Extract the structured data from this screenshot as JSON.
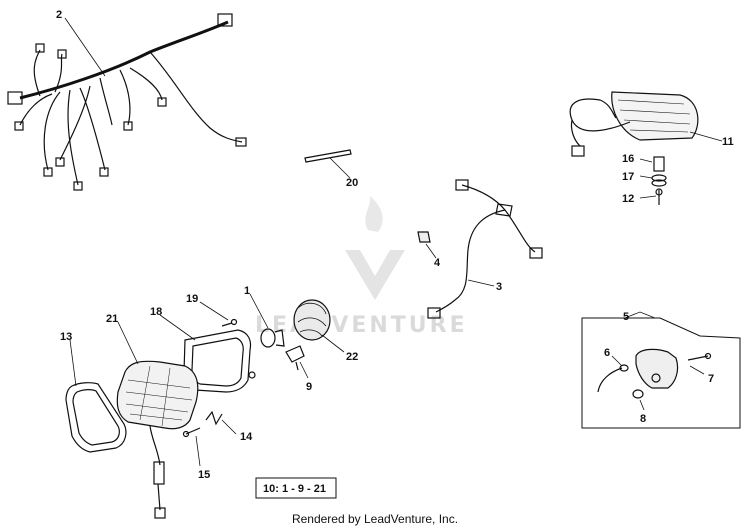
{
  "watermark": {
    "text": "LEADVENTURE",
    "kind": "logo-watermark"
  },
  "callouts": [
    {
      "id": "c2",
      "label": "2"
    },
    {
      "id": "c20",
      "label": "20"
    },
    {
      "id": "c11",
      "label": "11"
    },
    {
      "id": "c16",
      "label": "16"
    },
    {
      "id": "c17",
      "label": "17"
    },
    {
      "id": "c12",
      "label": "12"
    },
    {
      "id": "c4",
      "label": "4"
    },
    {
      "id": "c3",
      "label": "3"
    },
    {
      "id": "c1",
      "label": "1"
    },
    {
      "id": "c19",
      "label": "19"
    },
    {
      "id": "c18",
      "label": "18"
    },
    {
      "id": "c21",
      "label": "21"
    },
    {
      "id": "c13",
      "label": "13"
    },
    {
      "id": "c22",
      "label": "22"
    },
    {
      "id": "c9",
      "label": "9"
    },
    {
      "id": "c14",
      "label": "14"
    },
    {
      "id": "c15",
      "label": "15"
    },
    {
      "id": "c5",
      "label": "5"
    },
    {
      "id": "c6",
      "label": "6"
    },
    {
      "id": "c7",
      "label": "7"
    },
    {
      "id": "c8",
      "label": "8"
    }
  ],
  "ref_box": "10: 1 - 9 - 21",
  "footer": "Rendered by LeadVenture, Inc."
}
